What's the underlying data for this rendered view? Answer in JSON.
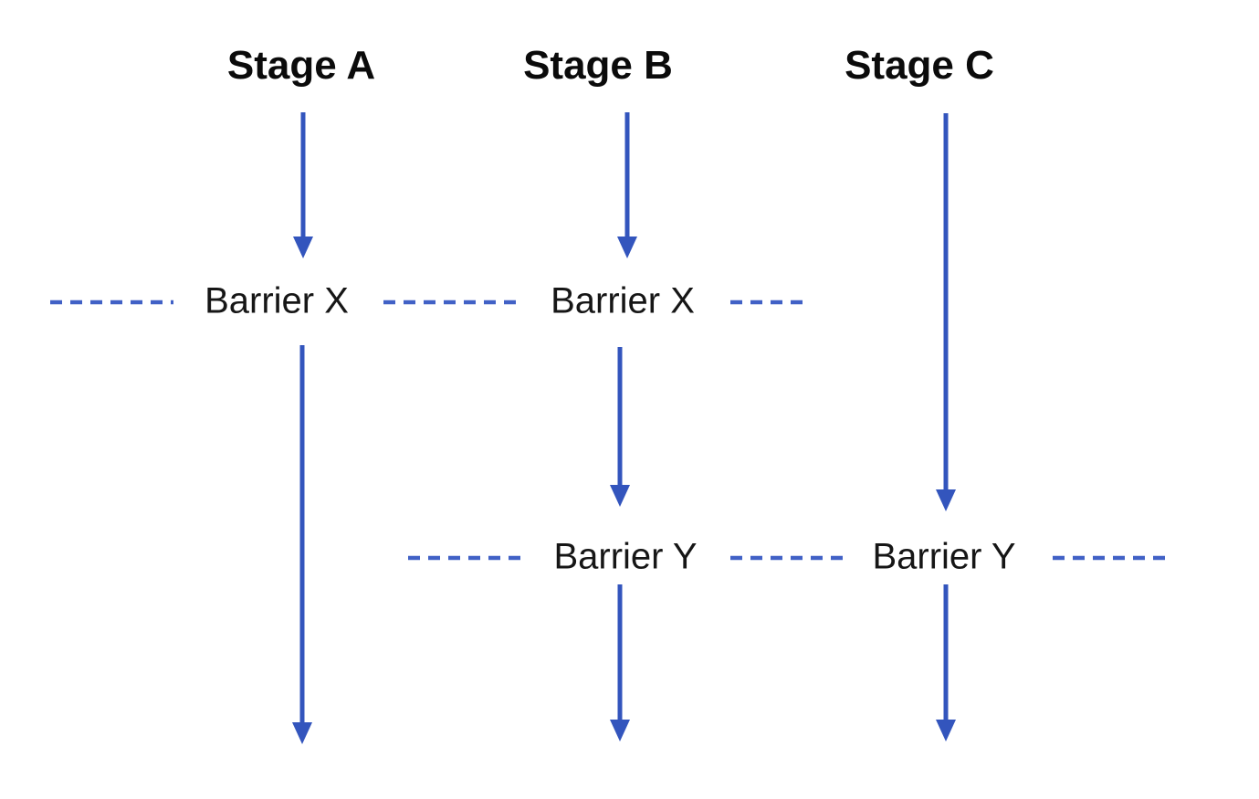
{
  "diagram": {
    "stages": [
      {
        "id": "stage-a",
        "label": "Stage A"
      },
      {
        "id": "stage-b",
        "label": "Stage B"
      },
      {
        "id": "stage-c",
        "label": "Stage C"
      }
    ],
    "barriers": {
      "x": "Barrier X",
      "y": "Barrier Y"
    },
    "barrier_instances": [
      {
        "barrier": "x",
        "stage": "stage-a"
      },
      {
        "barrier": "x",
        "stage": "stage-b"
      },
      {
        "barrier": "y",
        "stage": "stage-b"
      },
      {
        "barrier": "y",
        "stage": "stage-c"
      }
    ]
  },
  "colors": {
    "arrow": "#3355BD",
    "dash": "#4161C6",
    "heading_text": "#0b0b0b",
    "label_text": "#161616",
    "background": "#ffffff"
  }
}
